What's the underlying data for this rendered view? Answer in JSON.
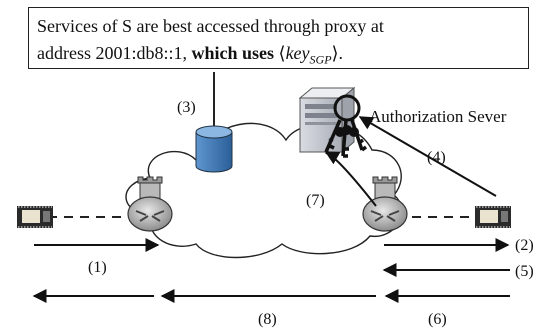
{
  "callout": {
    "line1": "Services of S are best accessed through proxy at",
    "line2_prefix": "address 2001:db8::1,",
    "line2_bold": "which uses",
    "key_open": "⟨",
    "key_name": "key",
    "key_sub": "SGP",
    "key_close": "⟩."
  },
  "auth_server_label": "Authorization Sever",
  "steps": {
    "s1": "(1)",
    "s2": "(2)",
    "s3": "(3)",
    "s4": "(4)",
    "s5": "(5)",
    "s6": "(6)",
    "s7": "(7)",
    "s8": "(8)"
  },
  "icons": {
    "left_device": "iot-board-icon",
    "right_device": "iot-board-icon",
    "left_router": "router-icon",
    "right_router": "router-icon",
    "database": "database-icon",
    "server": "server-icon",
    "keys": "keys-icon",
    "cloud": "cloud-icon"
  }
}
